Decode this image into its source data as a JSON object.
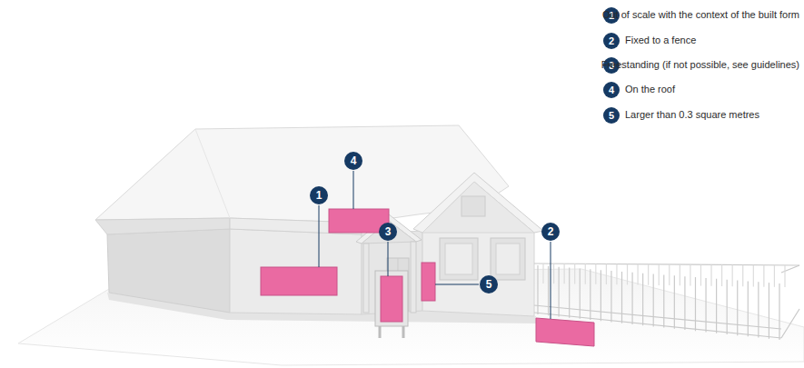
{
  "diagram": {
    "labels": [
      "1",
      "Out of scale with the context of the built form",
      "2",
      "Fixed to a fence",
      "3",
      "Freestanding (if not possible, see guidelines)",
      "4",
      "On the roof",
      "5",
      "Larger than 0.3 square metres",
      "4",
      "1",
      "3",
      "5",
      "2"
    ]
  }
}
